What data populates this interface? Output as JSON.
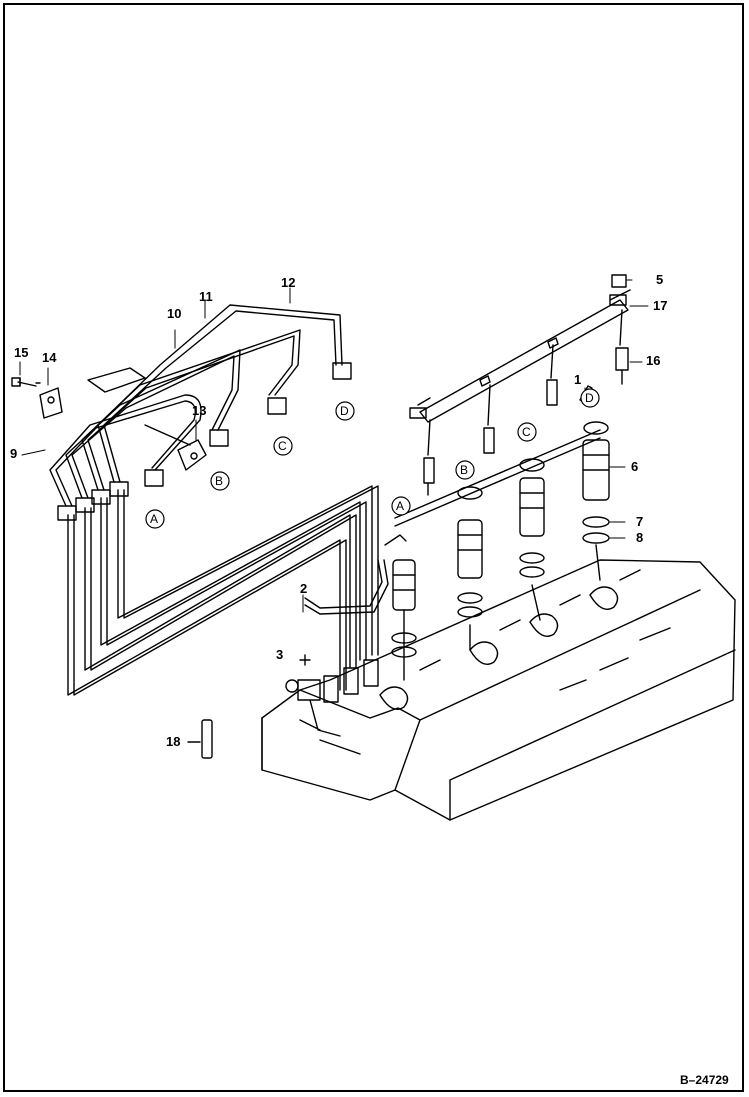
{
  "figure": {
    "reference": "B–24729",
    "part_numbers": [
      "1",
      "2",
      "3",
      "5",
      "6",
      "7",
      "8",
      "9",
      "10",
      "11",
      "12",
      "13",
      "14",
      "15",
      "16",
      "17",
      "18"
    ],
    "connection_labels": [
      "A",
      "B",
      "C",
      "D"
    ]
  }
}
